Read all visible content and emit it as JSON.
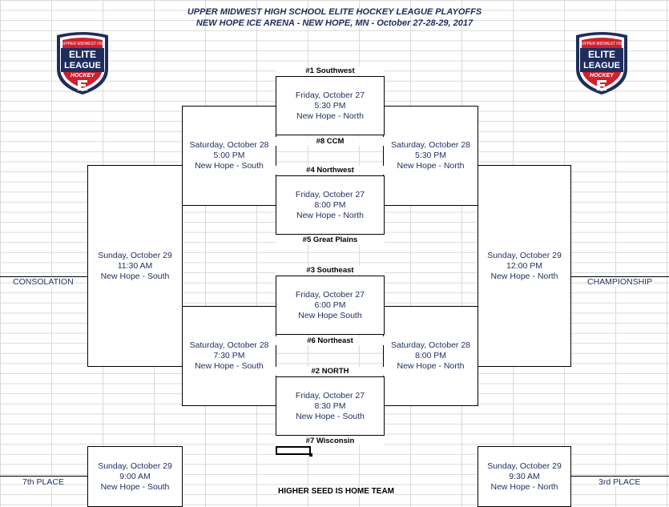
{
  "header": {
    "line1": "UPPER MIDWEST HIGH SCHOOL ELITE HOCKEY LEAGUE PLAYOFFS",
    "line2": "NEW HOPE ICE ARENA - NEW HOPE, MN - October 27-28-29, 2017"
  },
  "logo": {
    "top_text": "UPPER MIDWEST HS",
    "word1": "ELITE",
    "word2": "LEAGUE",
    "word3": "HOCKEY"
  },
  "seeds": {
    "s1": "#1 Southwest",
    "s8": "#8 CCM",
    "s4": "#4 Northwest",
    "s5": "#5 Great Plains",
    "s3": "#3 Southeast",
    "s6": "#6 Northeast",
    "s2": "#2 NORTH",
    "s7": "#7 Wisconsin"
  },
  "games": {
    "q1": {
      "day": "Friday, October 27",
      "time": "5:30 PM",
      "venue": "New Hope - North"
    },
    "q2": {
      "day": "Friday, October 27",
      "time": "8:00 PM",
      "venue": "New Hope - North"
    },
    "q3": {
      "day": "Friday, October 27",
      "time": "6:00 PM",
      "venue": "New Hope South"
    },
    "q4": {
      "day": "Friday, October 27",
      "time": "8:30 PM",
      "venue": "New Hope - South"
    },
    "cs1": {
      "day": "Saturday, October 28",
      "time": "5:00 PM",
      "venue": "New Hope - South"
    },
    "cs2": {
      "day": "Saturday, October 28",
      "time": "7:30 PM",
      "venue": "New Hope - South"
    },
    "sf1": {
      "day": "Saturday, October 28",
      "time": "5:30 PM",
      "venue": "New Hope - North"
    },
    "sf2": {
      "day": "Saturday, October 28",
      "time": "8:00 PM",
      "venue": "New Hope - North"
    },
    "consolation": {
      "day": "Sunday, October 29",
      "time": "11:30 AM",
      "venue": "New Hope - South"
    },
    "championship": {
      "day": "Sunday, October 29",
      "time": "12:00 PM",
      "venue": "New Hope - North"
    },
    "seventh": {
      "day": "Sunday, October 29",
      "time": "9:00 AM",
      "venue": "New Hope - South"
    },
    "third": {
      "day": "Sunday, October 29",
      "time": "9:30 AM",
      "venue": "New Hope - North"
    }
  },
  "labels": {
    "consolation": "CONSOLATION",
    "championship": "CHAMPIONSHIP",
    "seventh": "7th PLACE",
    "third": "3rd PLACE",
    "footer": "HIGHER SEED IS HOME TEAM"
  },
  "colors": {
    "text": "#1f2d5c",
    "logo_navy": "#1f2d5c",
    "logo_red": "#d0202e"
  }
}
